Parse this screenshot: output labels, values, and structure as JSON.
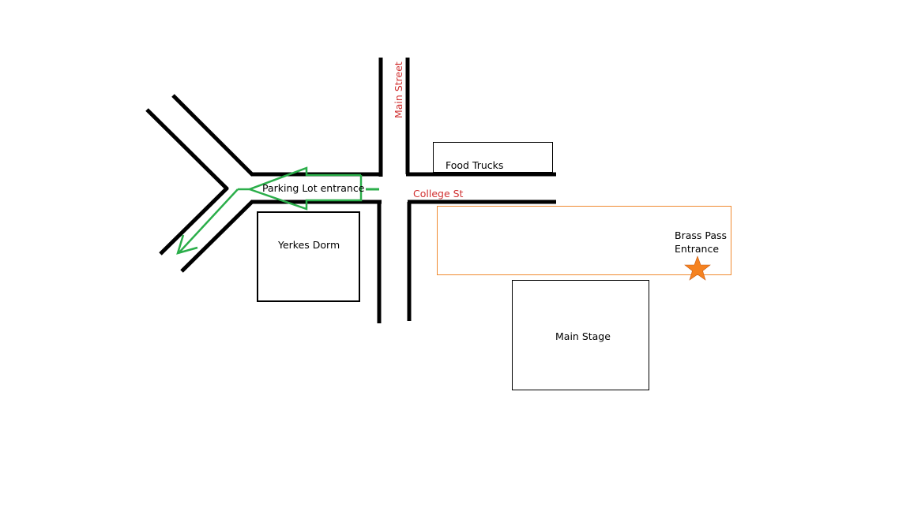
{
  "streets": {
    "main_street": "Main Street",
    "college_st": "College St"
  },
  "places": {
    "food_trucks": "Food Trucks",
    "parking_lot_entrance": "Parking Lot entrance",
    "yerkes_dorm": "Yerkes Dorm",
    "brass_pass_entrance_line1": "Brass Pass",
    "brass_pass_entrance_line2": "Entrance",
    "main_stage": "Main Stage"
  },
  "colors": {
    "road": "#000000",
    "street_label": "#d03030",
    "route_arrow": "#2bae4a",
    "brass_pass_area": "#f08a30",
    "star": "#f58220"
  },
  "icons": {
    "route": "green-arrow-icon",
    "entrance_marker": "star-icon"
  }
}
